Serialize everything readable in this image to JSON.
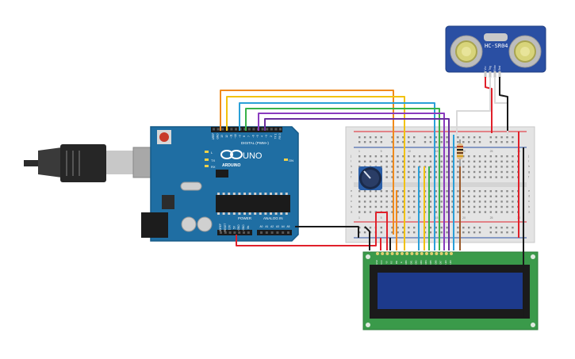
{
  "arduino": {
    "brand": "ARDUINO",
    "model": "UNO",
    "digital_label": "DIGITAL (PWM~)",
    "power_label": "POWER",
    "analog_label": "ANALOG IN",
    "on_label": "ON",
    "tx_label": "TX",
    "rx_label": "RX",
    "l_label": "L",
    "digital_pins": [
      "AREF",
      "GND",
      "13",
      "12",
      "~11",
      "~10",
      "~9",
      "8",
      "7",
      "~6",
      "~5",
      "4",
      "~3",
      "2",
      "TX 1",
      "RX 0"
    ],
    "power_pins": [
      "IOREF",
      "RESET",
      "3.3V",
      "5V",
      "GND",
      "GND",
      "Vin"
    ],
    "analog_pins": [
      "A0",
      "A1",
      "A2",
      "A3",
      "A4",
      "A5"
    ]
  },
  "sensor": {
    "name": "HC-SR04",
    "pins": [
      "Vcc",
      "Trig",
      "Echo",
      "Gnd"
    ]
  },
  "breadboard": {
    "row_letters_top": [
      "j",
      "i",
      "h",
      "g",
      "f"
    ],
    "row_letters_bottom": [
      "e",
      "d",
      "c",
      "b",
      "a"
    ],
    "column_numbers": [
      "1",
      "5",
      "10",
      "15",
      "20",
      "25",
      "30"
    ]
  },
  "lcd": {
    "pins": [
      "GND",
      "VCC",
      "V0",
      "RS",
      "RW",
      "E",
      "DB0",
      "DB1",
      "DB2",
      "DB3",
      "DB4",
      "DB5",
      "DB6",
      "DB7",
      "LED",
      "LED"
    ]
  },
  "colors": {
    "arduino_board": "#1f6ea3",
    "breadboard": "#e4e4e4",
    "lcd_pcb": "#3a9a4a",
    "lcd_screen": "#1d3a8c",
    "sensor_board": "#2a4fa3",
    "wire_orange": "#f08a1c",
    "wire_yellow": "#f2c20c",
    "wire_green": "#38b24a",
    "wire_blue": "#2aa0d8",
    "wire_purple": "#8a3bbf",
    "wire_violet": "#6a2d9e",
    "wire_red": "#e0202a",
    "wire_black": "#1a1a1a",
    "wire_brown": "#9b5a2a"
  }
}
